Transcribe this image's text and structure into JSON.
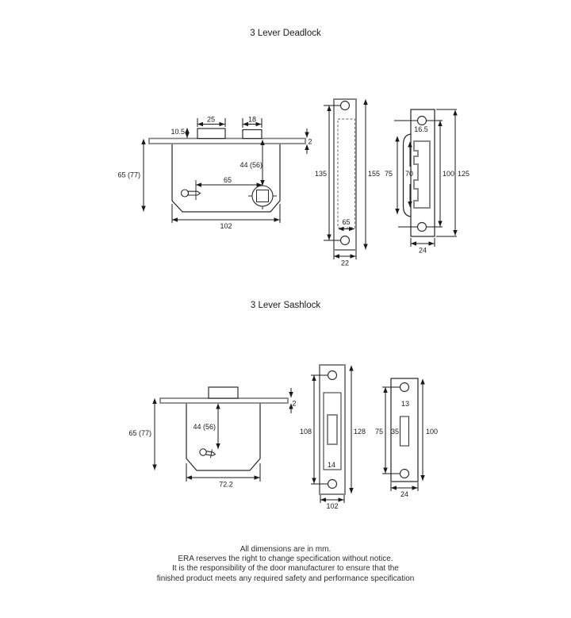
{
  "colors": {
    "ink": "#1a1a1a",
    "gray": "#808080",
    "background": "#ffffff"
  },
  "deadlock": {
    "title": "3 Lever Deadlock",
    "case": {
      "bolt_width": "25",
      "deadbolt_width": "18",
      "bolt_projection": "10.5",
      "faceplate_thickness": "2",
      "case_height": "65 (77)",
      "spindle_height": "44 (56)",
      "keyhole_to_spindle": "65",
      "case_depth": "102"
    },
    "faceplate": {
      "screw_centres": "135",
      "height": "155",
      "recess_width": "65",
      "width": "22"
    },
    "strike": {
      "hole_offset": "16.5",
      "lip_height": "75",
      "cutout_height": "70",
      "screw_centres": "100",
      "height": "125",
      "width": "24"
    }
  },
  "sashlock": {
    "title": "3 Lever Sashlock",
    "case": {
      "faceplate_thickness": "2",
      "case_height": "65 (77)",
      "keyhole_height": "44 (56)",
      "case_depth": "72.2"
    },
    "faceplate": {
      "screw_centres": "108",
      "height": "128",
      "aperture_width": "14",
      "width": "102"
    },
    "strike": {
      "hole_offset": "13",
      "screw_centres": "75",
      "aperture_height": "35",
      "height": "100",
      "width": "24"
    }
  },
  "footer": {
    "lines": [
      "All dimensions are in mm.",
      "ERA reserves the right to change specification without notice.",
      "It is the responsibility of the door manufacturer to ensure that the",
      "finished product meets any required safety and performance specification"
    ]
  }
}
